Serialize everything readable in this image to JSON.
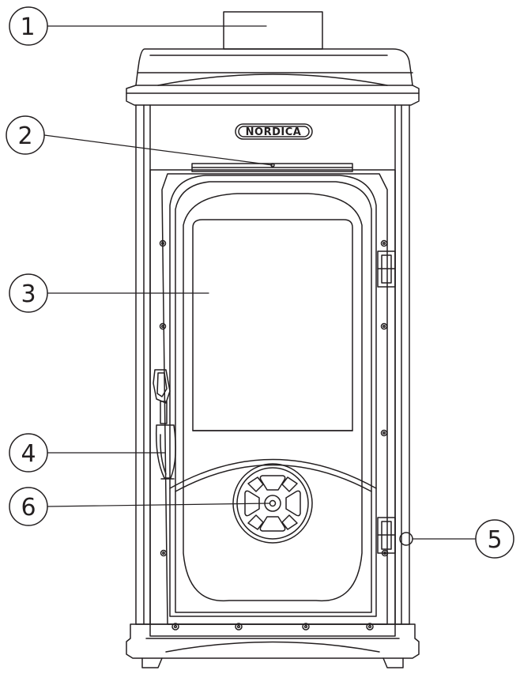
{
  "brand": {
    "logo_text": "NORDICA"
  },
  "callouts": [
    {
      "id": "1",
      "label": "1"
    },
    {
      "id": "2",
      "label": "2"
    },
    {
      "id": "3",
      "label": "3"
    },
    {
      "id": "4",
      "label": "4"
    },
    {
      "id": "5",
      "label": "5"
    },
    {
      "id": "6",
      "label": "6"
    }
  ],
  "colors": {
    "line": "#231f20",
    "background": "#ffffff"
  }
}
